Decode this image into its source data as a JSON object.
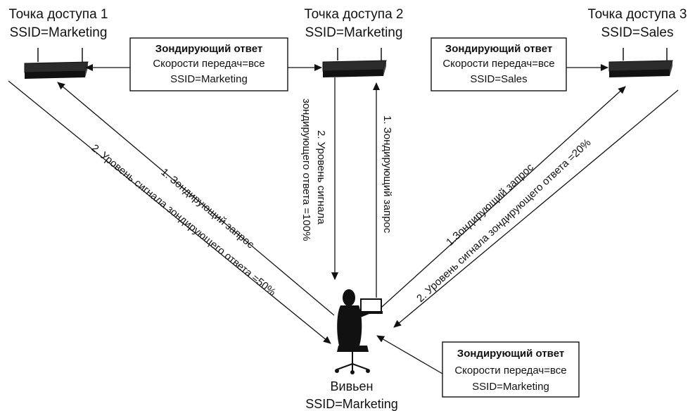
{
  "access_points": [
    {
      "name": "Точка доступа  1",
      "ssid": "SSID=Marketing"
    },
    {
      "name": "Точка доступа  2",
      "ssid": "SSID=Marketing"
    },
    {
      "name": "Точка доступа  3",
      "ssid": "SSID=Sales"
    }
  ],
  "probe_boxes": [
    {
      "title": "Зондирующий ответ",
      "rates": "Скорости передач=все",
      "ssid": "SSID=Marketing"
    },
    {
      "title": "Зондирующий ответ",
      "rates": "Скорости передач=все",
      "ssid": "SSID=Sales"
    },
    {
      "title": "Зондирующий ответ",
      "rates": "Скорости передач=все",
      "ssid": "SSID=Marketing"
    }
  ],
  "paths": {
    "ap1_request": "1. Зондирующий запрос",
    "ap1_signal": "2. Уровень сигнала зондирующего ответа =50%",
    "ap2_signal_line1": "2. Уровень сигнала",
    "ap2_signal_line2": "зондирующего ответа =100%",
    "ap2_request": "1. Зондирующий запрос",
    "ap3_request": "1.Зондирующий запрос",
    "ap3_signal": "2. Уровень сигнала зондирующего ответа =20%"
  },
  "user": {
    "name": "Вивьен",
    "ssid": "SSID=Marketing"
  }
}
